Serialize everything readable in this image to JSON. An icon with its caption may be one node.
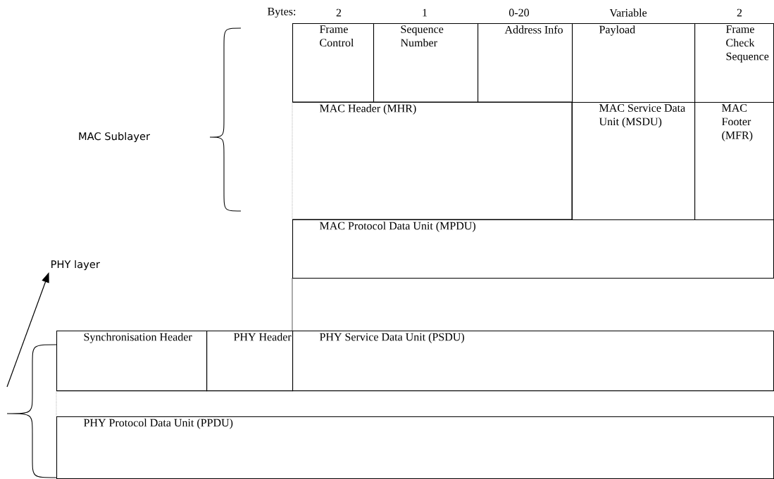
{
  "diagram": {
    "nodes": [
      {
        "text": [
          "Frame Control"
        ]
      },
      {
        "text": [
          "Sequence Number"
        ]
      },
      {
        "text": [
          "Address Info"
        ]
      },
      {
        "text": [
          "Payload"
        ]
      },
      {
        "text": [
          "Frame Check Sequence"
        ]
      },
      {
        "text": [
          "MAC Header (MHR)"
        ]
      },
      {
        "text": [
          "MAC Service Data Unit (MSDU)"
        ]
      },
      {
        "text": [
          "MAC Footer (MFR)"
        ]
      },
      {
        "text": [
          "MAC Protocol Data Unit (MPDU)"
        ]
      },
      {
        "text": [
          "PHY layer"
        ]
      },
      {
        "text": [
          "Synchronisation Header"
        ]
      },
      {
        "text": [
          "PHY Header"
        ]
      },
      {
        "text": [
          "PHY Service Data Unit (PSDU)"
        ]
      },
      {
        "text": [
          "PHY Protocol Data Unit (PPDU)"
        ]
      },
      {
        "text": [],
        "shape": "brace"
      }
    ],
    "edges": [
      {
        "from": 14,
        "to": 9,
        "arrow": "to"
      }
    ],
    "labels": [
      "Bytes:",
      "2",
      "1",
      "0-20",
      "Variable",
      "2",
      "MAC Sublayer"
    ]
  }
}
